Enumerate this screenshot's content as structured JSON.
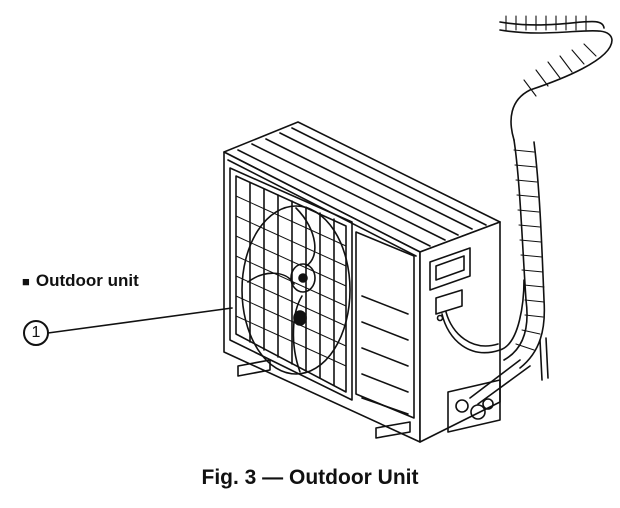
{
  "section_label": {
    "marker": "■",
    "text": "Outdoor unit"
  },
  "callouts": [
    {
      "number": "1",
      "target": "fan grille"
    }
  ],
  "caption": "Fig. 3 — Outdoor Unit",
  "colors": {
    "line": "#111111",
    "background": "#ffffff"
  }
}
